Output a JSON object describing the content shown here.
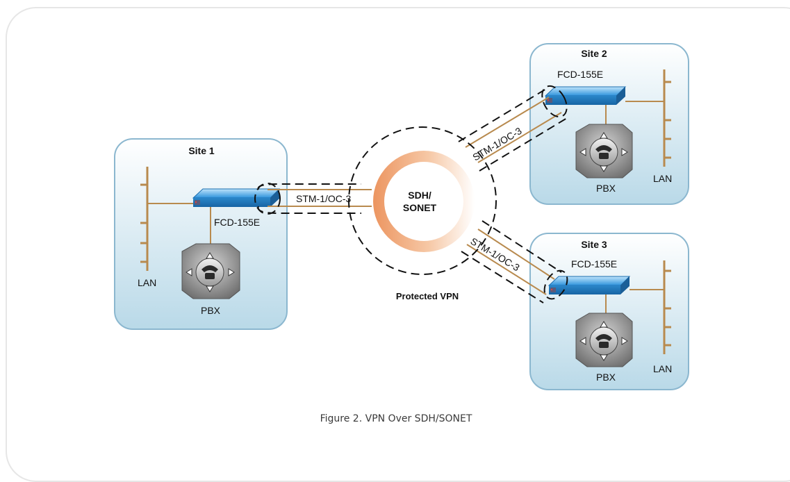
{
  "sites": [
    {
      "title": "Site 1",
      "device": "FCD-155E",
      "lan": "LAN",
      "pbx": "PBX",
      "link": "STM-1/OC-3"
    },
    {
      "title": "Site 2",
      "device": "FCD-155E",
      "lan": "LAN",
      "pbx": "PBX",
      "link": "STM-1/OC-3"
    },
    {
      "title": "Site 3",
      "device": "FCD-155E",
      "lan": "LAN",
      "pbx": "PBX",
      "link": "STM-1/OC-3"
    }
  ],
  "ring": {
    "line1": "SDH/",
    "line2": "SONET"
  },
  "vpn_label": "Protected VPN",
  "caption": "Figure 2.  VPN Over SDH/SONET",
  "colors": {
    "site_fill_top": "#ffffff",
    "site_fill_bottom": "#b9d9e8",
    "site_border": "#8bb7cf",
    "cable": "#b88a4e",
    "device": "#3aa0e0",
    "ring": "#f0a172"
  }
}
